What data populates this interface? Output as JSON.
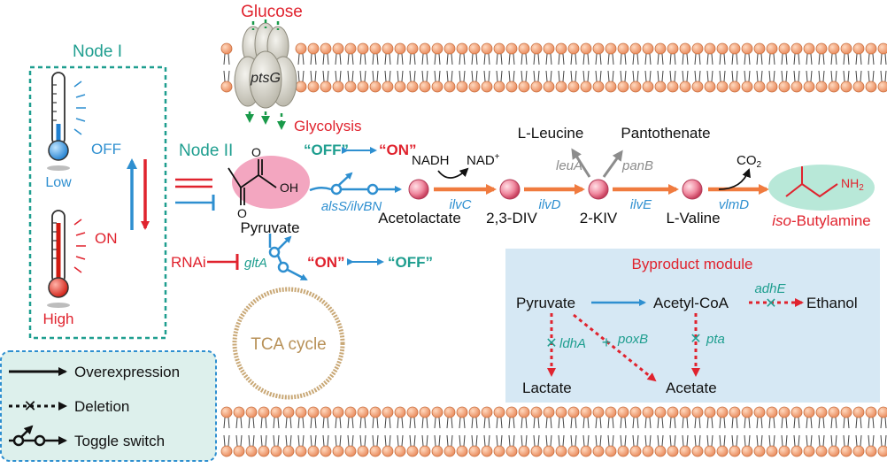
{
  "colors": {
    "teal": "#1e9e8f",
    "blue": "#2e8fd0",
    "red": "#e0232e",
    "orange": "#f07b3f",
    "gray": "#8c8c8c",
    "membrane_head": "#f2a878",
    "pink": "#ef6f8f",
    "byproduct_bg": "#d6e8f4",
    "tca": "#c9a876",
    "legend_bg": "#ddf0ec"
  },
  "membrane": {
    "top_label": "Glucose",
    "transporter": "ptsG",
    "glycolysis": "Glycolysis"
  },
  "node1": {
    "title": "Node I",
    "off": "OFF",
    "on": "ON",
    "low": "Low",
    "high": "High"
  },
  "node2": {
    "title": "Node II",
    "pyruvate": "Pyruvate"
  },
  "switch_top": {
    "off": "“OFF”",
    "on": "“ON”",
    "gene": "alsS/ilvBN"
  },
  "switch_bottom": {
    "rnai": "RNAi",
    "gene": "gltA",
    "on": "“ON”",
    "off": "“OFF”"
  },
  "pathway": {
    "nadh": "NADH",
    "nad": "NAD",
    "nad_sup": "+",
    "metabolites": [
      "Acetolactate",
      "2,3-DIV",
      "2-KIV",
      "L-Valine"
    ],
    "enzymes": [
      "ilvC",
      "ilvD",
      "ilvE",
      "vlmD"
    ],
    "leucine": "L-Leucine",
    "pantothenate": "Pantothenate",
    "leuA": "leuA",
    "panB": "panB",
    "co2": "CO",
    "co2_sub": "2",
    "product_prefix": "iso",
    "product_suffix": "-Butylamine",
    "nh2": "NH",
    "nh2_sub": "2"
  },
  "tca": {
    "label": "TCA cycle"
  },
  "byproduct": {
    "title": "Byproduct module",
    "pyruvate": "Pyruvate",
    "acetyl_coa": "Acetyl-CoA",
    "ethanol": "Ethanol",
    "lactate": "Lactate",
    "acetate": "Acetate",
    "adhE": "adhE",
    "ldhA": "ldhA",
    "poxB": "poxB",
    "pta": "pta"
  },
  "legend": {
    "items": [
      "Overexpression",
      "Deletion",
      "Toggle switch"
    ]
  }
}
